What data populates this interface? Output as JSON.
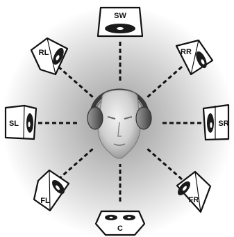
{
  "listener": {
    "icon": "head-with-headphones-icon"
  },
  "speakers": [
    {
      "id": "sw",
      "label": "SW",
      "icon": "subwoofer-icon"
    },
    {
      "id": "rr",
      "label": "RR",
      "icon": "speaker-icon"
    },
    {
      "id": "sr",
      "label": "SR",
      "icon": "speaker-icon"
    },
    {
      "id": "fr",
      "label": "FR",
      "icon": "speaker-icon"
    },
    {
      "id": "c",
      "label": "C",
      "icon": "center-speaker-icon"
    },
    {
      "id": "fl",
      "label": "FL",
      "icon": "speaker-icon"
    },
    {
      "id": "sl",
      "label": "SL",
      "icon": "speaker-icon"
    },
    {
      "id": "rl",
      "label": "RL",
      "icon": "speaker-icon"
    }
  ]
}
